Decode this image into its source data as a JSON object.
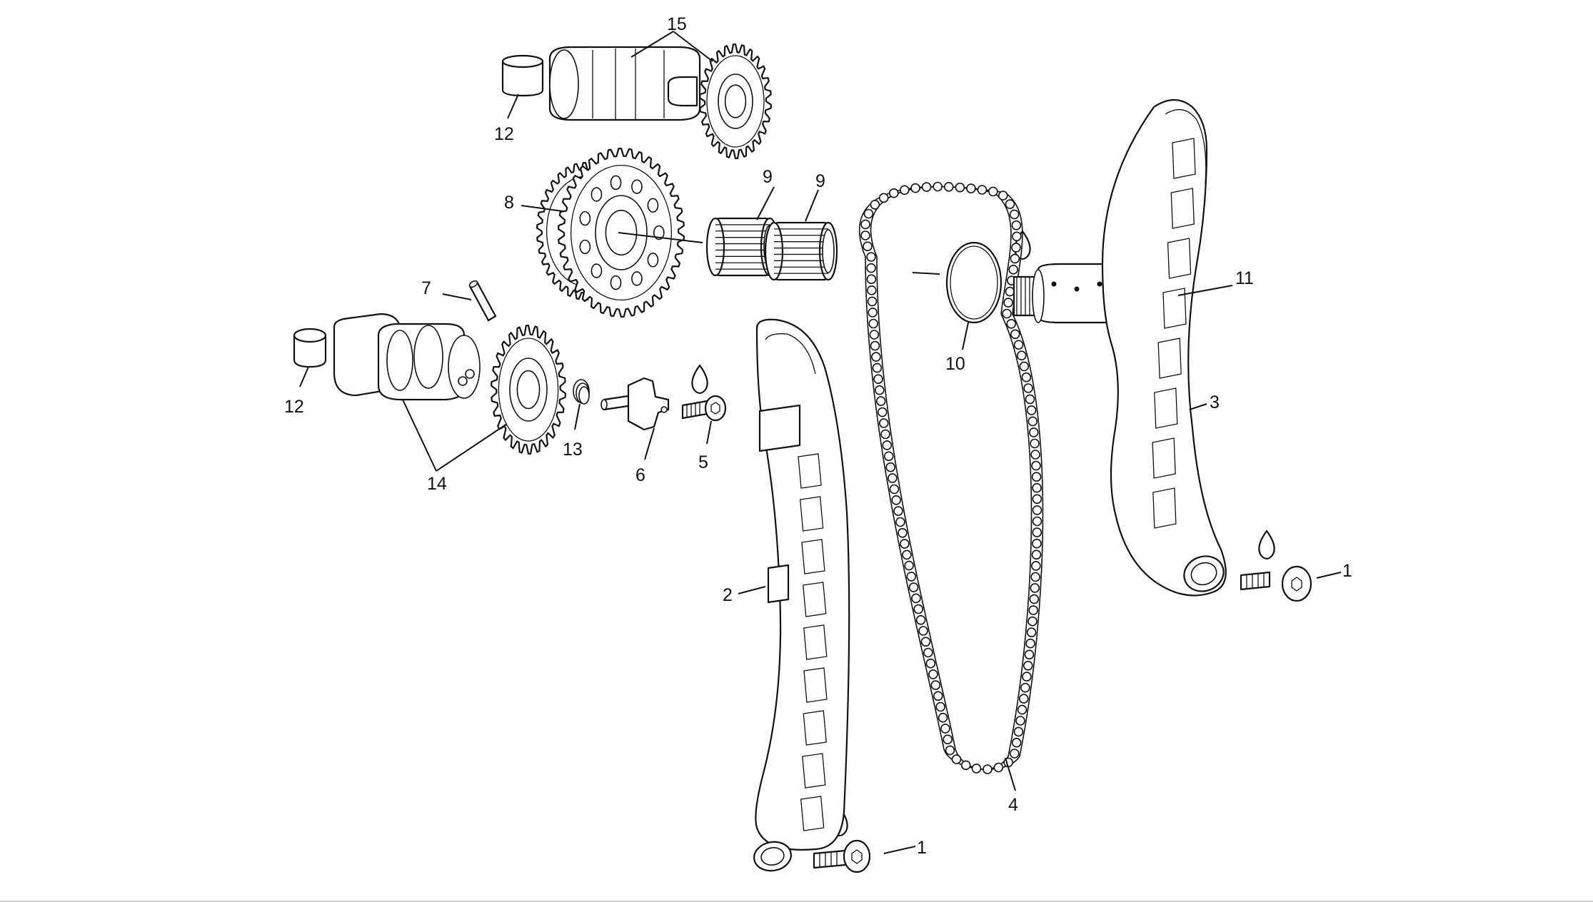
{
  "diagram": {
    "callouts": [
      {
        "id": "c15",
        "text": "15"
      },
      {
        "id": "c12a",
        "text": "12"
      },
      {
        "id": "c8",
        "text": "8"
      },
      {
        "id": "c9a",
        "text": "9"
      },
      {
        "id": "c9b",
        "text": "9"
      },
      {
        "id": "c7",
        "text": "7"
      },
      {
        "id": "c12b",
        "text": "12"
      },
      {
        "id": "c13",
        "text": "13"
      },
      {
        "id": "c6",
        "text": "6"
      },
      {
        "id": "c5",
        "text": "5"
      },
      {
        "id": "c14",
        "text": "14"
      },
      {
        "id": "c2",
        "text": "2"
      },
      {
        "id": "c1a",
        "text": "1"
      },
      {
        "id": "c10",
        "text": "10"
      },
      {
        "id": "c11",
        "text": "11"
      },
      {
        "id": "c3",
        "text": "3"
      },
      {
        "id": "c4",
        "text": "4"
      },
      {
        "id": "c1b",
        "text": "1"
      }
    ]
  }
}
